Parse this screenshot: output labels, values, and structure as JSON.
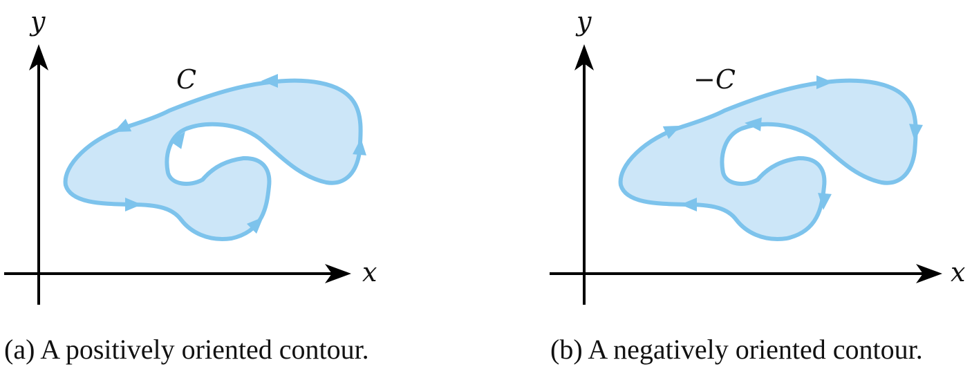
{
  "figure": {
    "colors": {
      "curve_stroke": "#7dc3ec",
      "region_fill": "#cce6f8",
      "axis": "#000000"
    },
    "panels": [
      {
        "id": "a",
        "x_axis_label": "x",
        "y_axis_label": "y",
        "curve_label": "C",
        "orientation": "counterclockwise",
        "caption": "(a) A positively oriented contour."
      },
      {
        "id": "b",
        "x_axis_label": "x",
        "y_axis_label": "y",
        "curve_label": "−C",
        "orientation": "clockwise",
        "caption": "(b) A negatively oriented contour."
      }
    ]
  }
}
